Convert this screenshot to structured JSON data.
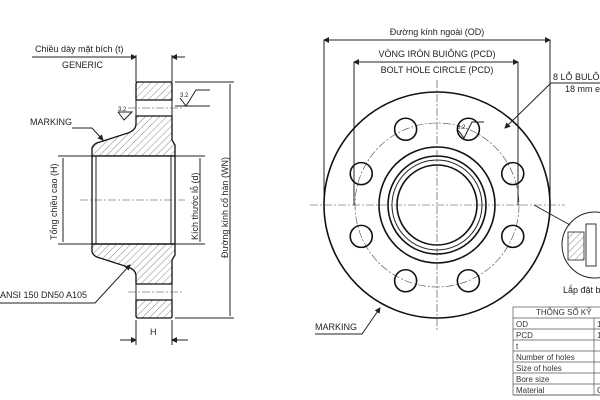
{
  "side_view": {
    "thickness_label": "Chiều dày mặt bích (t)",
    "generic_label": "GENERIC",
    "marking_label": "MARKING",
    "height_label": "Tổng chiều cao (H)",
    "bore_label": "Kích thước lỗ (d)",
    "neck_label": "Đường kính cổ hàn (WN)",
    "spec_label": "ANSI 150 DN50 A105",
    "h_label": "H",
    "surface_symbol": "3.2"
  },
  "front_view": {
    "od_label": "Đường kính ngoài (OD)",
    "pcd_label_vn": "VÒNG IRÒN BUIÔNG (PCD)",
    "pcd_label_en": "BOLT HOLE CIRCLE (PCD)",
    "holes_label": "8 LỖ BULÔ",
    "holes_size_label": "18 mm e",
    "marking_label": "MARKING",
    "bolt_hole_count": 8
  },
  "detail": {
    "label": "Lắp đặt b"
  },
  "spec_table": {
    "title": "THÔNG SỐ KỸ",
    "rows": [
      {
        "name": "OD",
        "value": "1"
      },
      {
        "name": "PCD",
        "value": "1"
      },
      {
        "name": "t",
        "value": ""
      },
      {
        "name": "Number of holes",
        "value": ""
      },
      {
        "name": "Size of holes",
        "value": ""
      },
      {
        "name": "Bore size",
        "value": ""
      },
      {
        "name": "Material",
        "value": "C"
      }
    ]
  }
}
